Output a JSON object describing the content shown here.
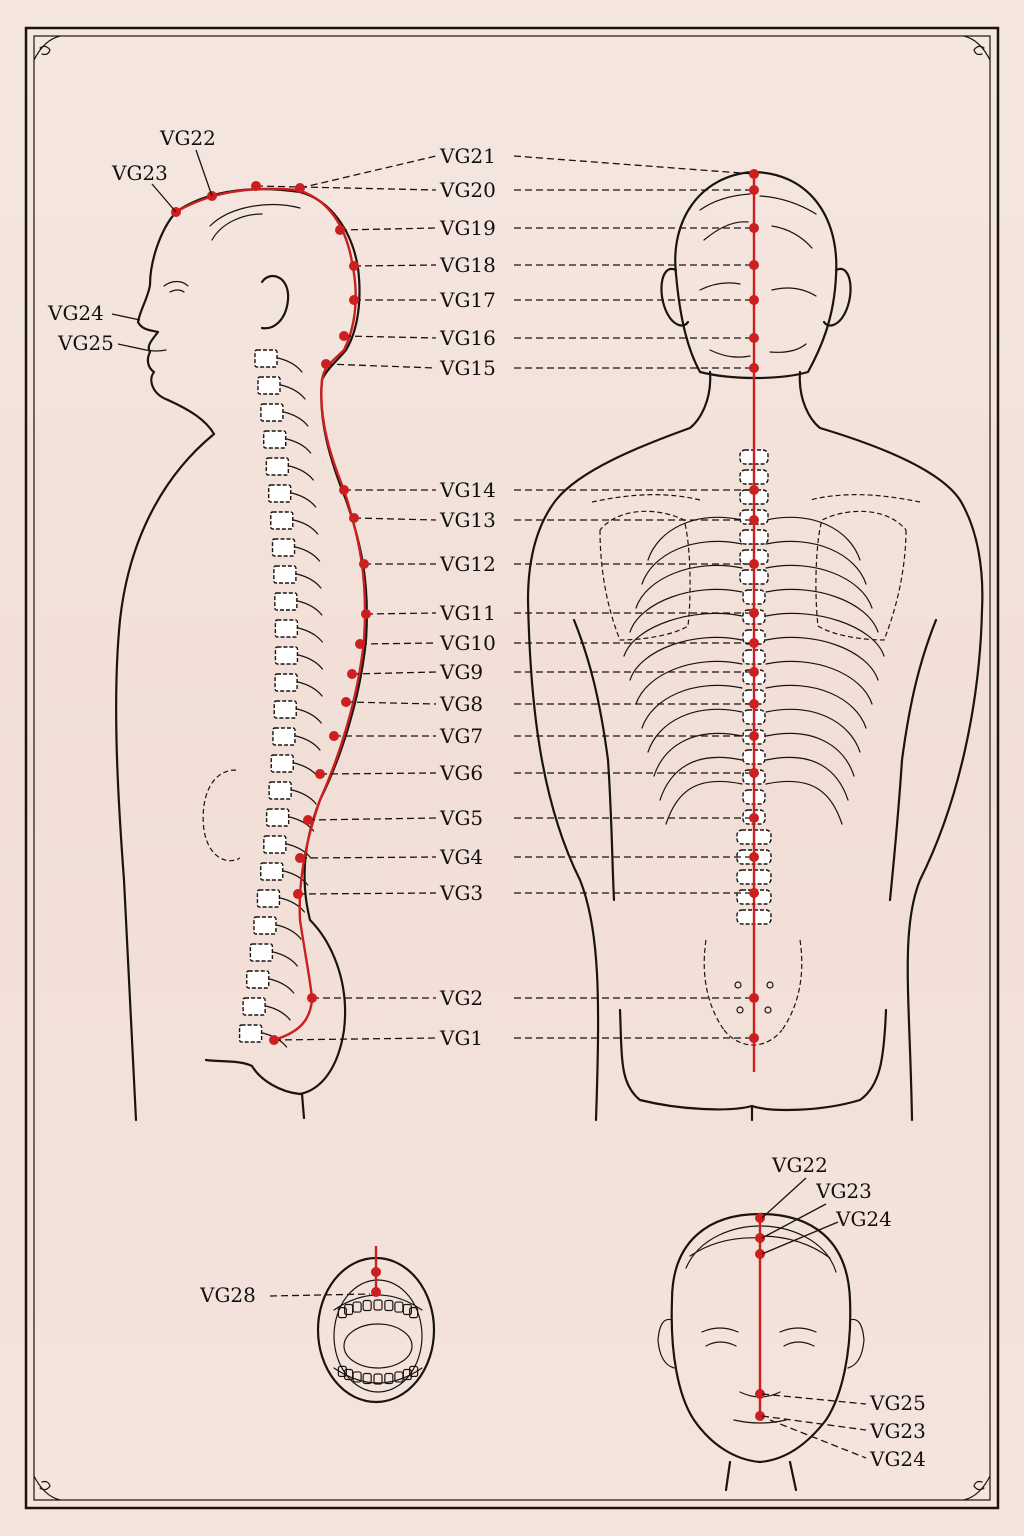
{
  "colors": {
    "meridian": "#cc1f1f",
    "ink": "#1a1410",
    "paper": "#f3e3dc"
  },
  "center_labels": [
    "VG21",
    "VG20",
    "VG19",
    "VG18",
    "VG17",
    "VG16",
    "VG15",
    "VG14",
    "VG13",
    "VG12",
    "VG11",
    "VG10",
    "VG9",
    "VG8",
    "VG7",
    "VG6",
    "VG5",
    "VG4",
    "VG3",
    "VG2",
    "VG1"
  ],
  "side_labels": {
    "vg22": "VG22",
    "vg23": "VG23",
    "vg24": "VG24",
    "vg25": "VG25"
  },
  "mouth_label": "VG28",
  "face_labels": {
    "top_1": "VG22",
    "top_2": "VG23",
    "top_3": "VG24",
    "bottom_1": "VG25",
    "bottom_2": "VG23",
    "bottom_3": "VG24"
  }
}
